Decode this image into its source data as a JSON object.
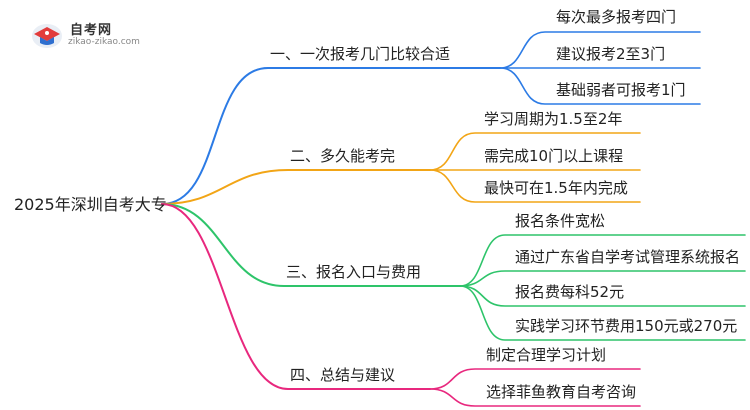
{
  "logo": {
    "name": "自考网",
    "url": "zikao-zikao.com"
  },
  "root": {
    "label": "2025年深圳自考大专"
  },
  "branches": [
    {
      "label": "一、一次报考几门比较合适",
      "color": "#2c7be5",
      "children": [
        "每次最多报考四门",
        "建议报考2至3门",
        "基础弱者可报考1门"
      ]
    },
    {
      "label": "二、多久能考完",
      "color": "#f2a516",
      "children": [
        "学习周期为1.5至2年",
        "需完成10门以上课程",
        "最快可在1.5年内完成"
      ]
    },
    {
      "label": "三、报名入口与费用",
      "color": "#2ec46a",
      "children": [
        "报名条件宽松",
        "通过广东省自学考试管理系统报名",
        "报名费每科52元",
        "实践学习环节费用150元或270元"
      ]
    },
    {
      "label": "四、总结与建议",
      "color": "#e8287e",
      "children": [
        "制定合理学习计划",
        "选择菲鱼教育自考咨询"
      ]
    }
  ]
}
